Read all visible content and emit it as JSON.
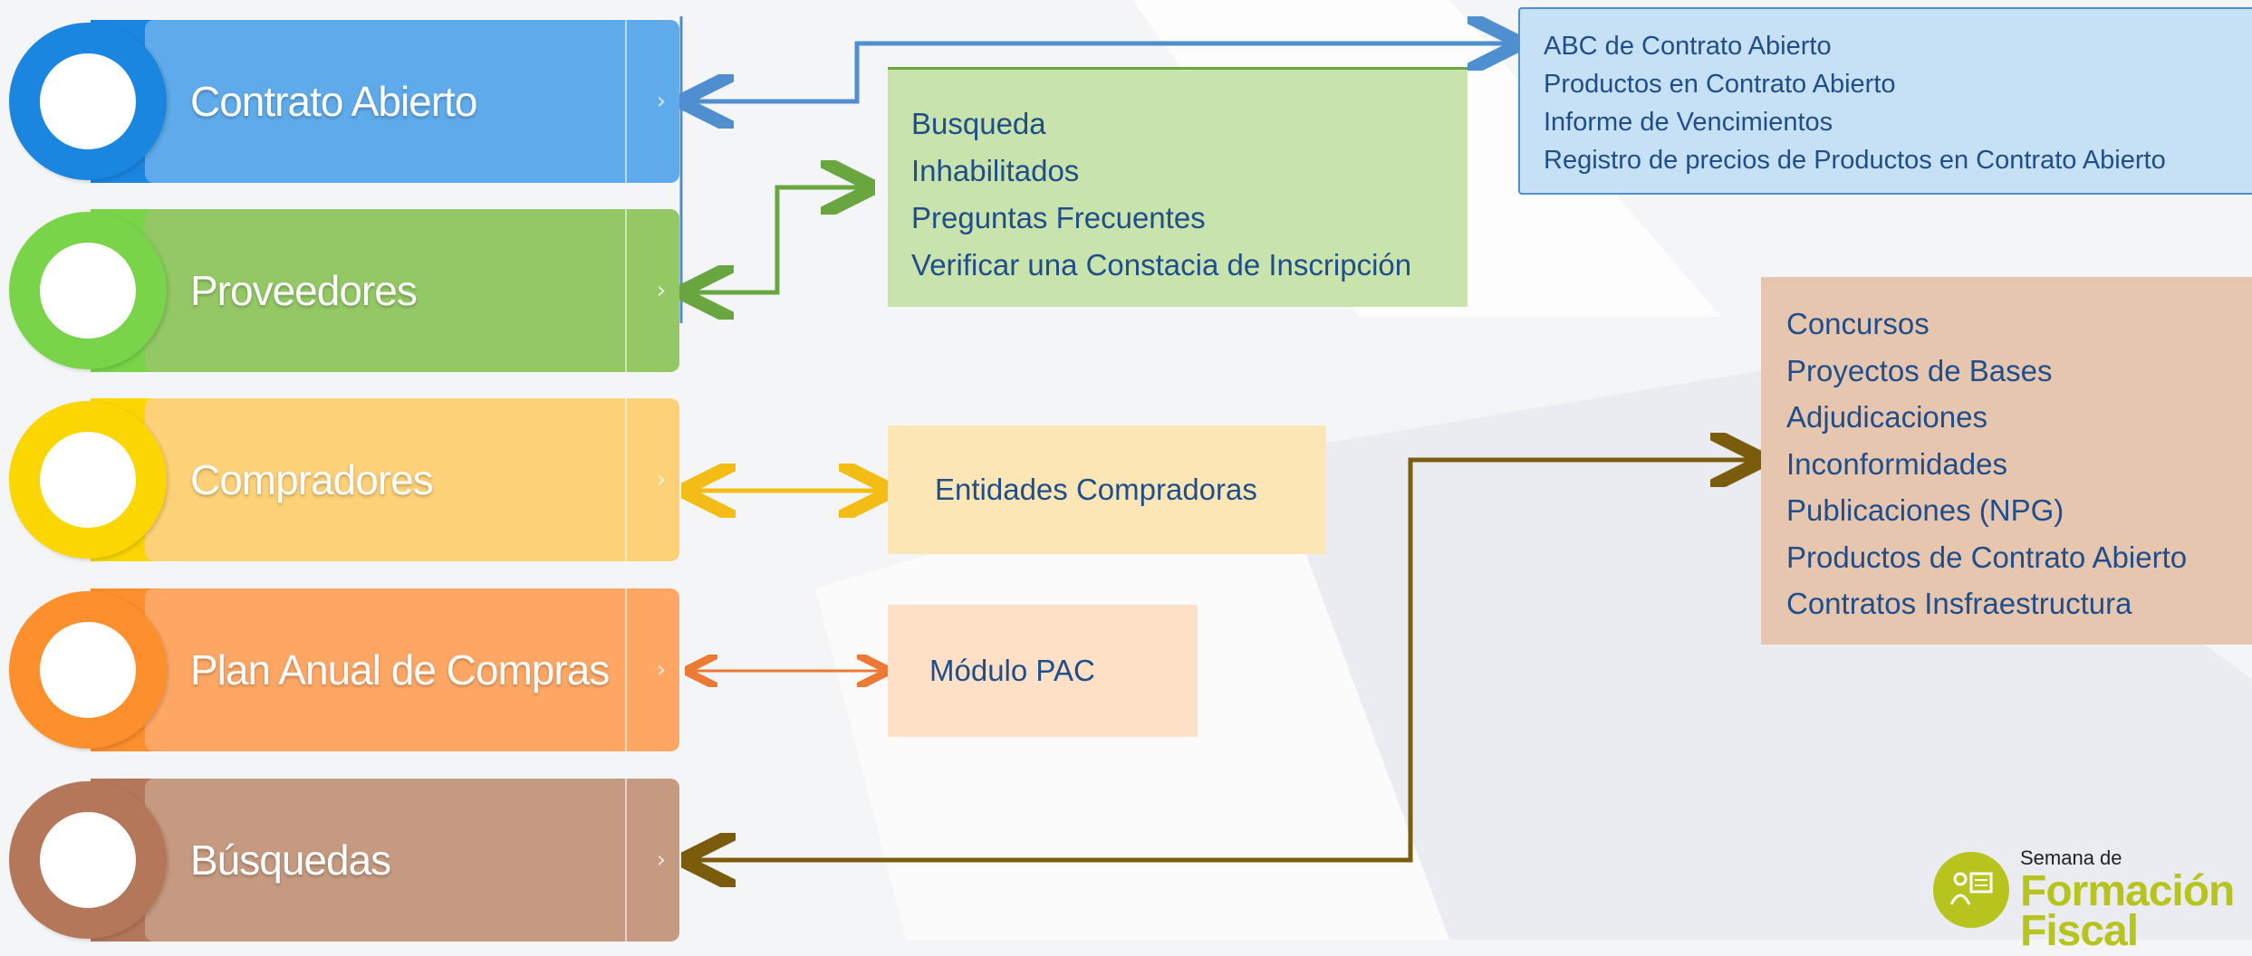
{
  "menu": [
    {
      "label": "Contrato Abierto",
      "color": "#5eaaea",
      "ring": "#1a86e0"
    },
    {
      "label": "Proveedores",
      "color": "#93c865",
      "ring": "#79d44a"
    },
    {
      "label": "Compradores",
      "color": "#fdd177",
      "ring": "#fbd600"
    },
    {
      "label": "Plan Anual de Compras",
      "color": "#fea765",
      "ring": "#fd8f2c"
    },
    {
      "label": "Búsquedas",
      "color": "#c59a80",
      "ring": "#b5775a"
    }
  ],
  "boxes": {
    "contrato": {
      "items": [
        "ABC de Contrato Abierto",
        "Productos en Contrato Abierto",
        "Informe de Vencimientos",
        "Registro de precios de Productos en Contrato Abierto"
      ],
      "color": "#c6e0f6"
    },
    "proveedores": {
      "items": [
        "Busqueda",
        "Inhabilitados",
        "Preguntas Frecuentes",
        "Verificar una Constacia de Inscripción"
      ],
      "color": "#c9e3ac"
    },
    "compradores": {
      "items": [
        "Entidades Compradoras"
      ],
      "color": "#fde6b5"
    },
    "pac": {
      "items": [
        "Módulo PAC"
      ],
      "color": "#fde0c6"
    },
    "busquedas": {
      "items": [
        "Concursos",
        "Proyectos de Bases",
        "Adjudicaciones",
        "Inconformidades",
        "Publicaciones (NPG)",
        "Productos de Contrato Abierto",
        "Contratos Insfraestructura"
      ],
      "color": "#e7c6b0"
    }
  },
  "arrow_colors": {
    "contrato": "#4f8fcf",
    "proveedores": "#6aa63f",
    "compradores": "#f4bd16",
    "pac": "#ec7a34",
    "busquedas": "#7a5c0c"
  },
  "logo": {
    "line1": "Semana de",
    "line2": "Formación",
    "line3": "Fiscal",
    "color": "#b7c41e",
    "icon": "people-board-icon"
  }
}
